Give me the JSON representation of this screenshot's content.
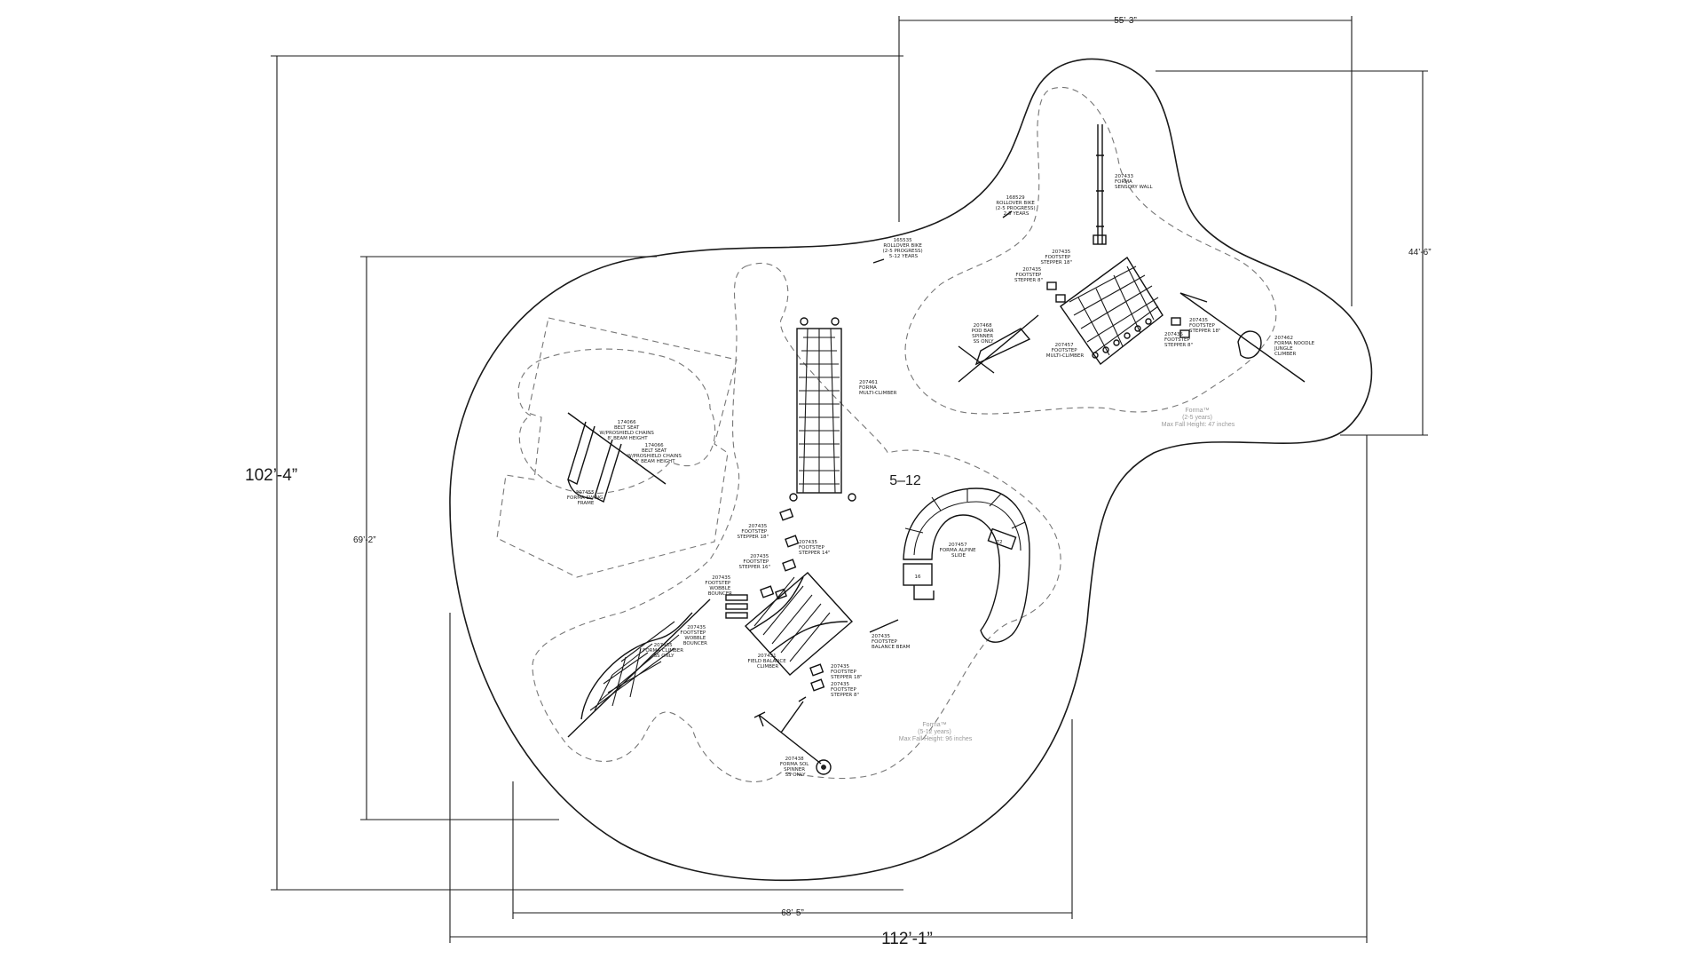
{
  "dimensions": {
    "overall_width": "112’-1”",
    "overall_depth": "102’-4”",
    "top_width": "55’-3”",
    "right_depth": "44’-6”",
    "left_depth": "69’-2”",
    "bottom_width": "68’-5”"
  },
  "zones": {
    "age_label": "5–12",
    "zone_5_12": {
      "line1": "Forma™",
      "line2": "(5-12 years)",
      "line3": "Max Fall Height: 96 inches"
    },
    "zone_2_5": {
      "line1": "Forma™",
      "line2": "(2-5 years)",
      "line3": "Max Fall Height: 47 inches"
    }
  },
  "slide_numbers": {
    "top": "72",
    "bottom": "16"
  },
  "labels": {
    "belt_swing": [
      "174066",
      "BELT SEAT",
      "W/PROSHIELD CHAINS",
      "8' BEAM HEIGHT"
    ],
    "belt_swing_2": [
      "174066",
      "BELT SEAT",
      "W/PROSHIELD CHAINS",
      "8' BEAM HEIGHT"
    ],
    "swing_frame": [
      "207455",
      "FORMA SWING",
      "FRAME"
    ],
    "multi_climber": [
      "207461",
      "FORMA",
      "MULTI-CLIMBER"
    ],
    "stepper_a": [
      "207435",
      "FOOTSTEP",
      "STEPPER 18\""
    ],
    "stepper_b": [
      "207435",
      "FOOTSTEP",
      "STEPPER 14\""
    ],
    "stepper_c": [
      "207435",
      "FOOTSTEP",
      "STEPPER 16\""
    ],
    "wobble_bouncer": [
      "207435",
      "FOOTSTEP",
      "WOBBLE",
      "BOUNCER"
    ],
    "wobble_bouncer_2": [
      "207435",
      "FOOTSTEP",
      "WOBBLE",
      "BOUNCER"
    ],
    "forma_climber": [
      "207465",
      "FORMA CLIMBER",
      "SS ONLY"
    ],
    "field_balance": [
      "207431",
      "FIELD BALANCE",
      "CLIMBER"
    ],
    "balance_beam": [
      "207435",
      "FOOTSTEP",
      "BALANCE BEAM"
    ],
    "stepper_d": [
      "207435",
      "FOOTSTEP",
      "STEPPER 18\""
    ],
    "stepper_e": [
      "207435",
      "FOOTSTEP",
      "STEPPER 8\""
    ],
    "spinner": [
      "207438",
      "FORMA SOL",
      "SPINNER",
      "SS ONLY"
    ],
    "slide": [
      "207457",
      "FORMA ALPINE",
      "SLIDE"
    ],
    "sensory_wall": [
      "207433",
      "FORMA",
      "SENSORY WALL"
    ],
    "rollover_rail": [
      "165535",
      "ROLLOVER BIKE",
      "(2-5 PROGRESS)",
      "5-12 YEARS"
    ],
    "rollover_rail_2": [
      "168529",
      "ROLLOVER BIKE",
      "(2-5 PROGRESS)",
      "2-5 YEARS"
    ],
    "step_2_5_a": [
      "207435",
      "FOOTSTEP",
      "STEPPER 18\""
    ],
    "step_2_5_b": [
      "207435",
      "FOOTSTEP",
      "STEPPER 8\""
    ],
    "pod_bar": [
      "207468",
      "POD BAR",
      "SPINNER",
      "SS ONLY"
    ],
    "multi_climber_2_5": [
      "207457",
      "FOOTSTEP",
      "MULTI-CLIMBER"
    ],
    "step_2_5_c": [
      "207435",
      "FOOTSTEP",
      "STEPPER 18\""
    ],
    "step_2_5_d": [
      "207435",
      "FOOTSTEP",
      "STEPPER 8\""
    ],
    "jungle_climber": [
      "207462",
      "FORMA NOODLE",
      "JUNGLE",
      "CLIMBER"
    ]
  }
}
